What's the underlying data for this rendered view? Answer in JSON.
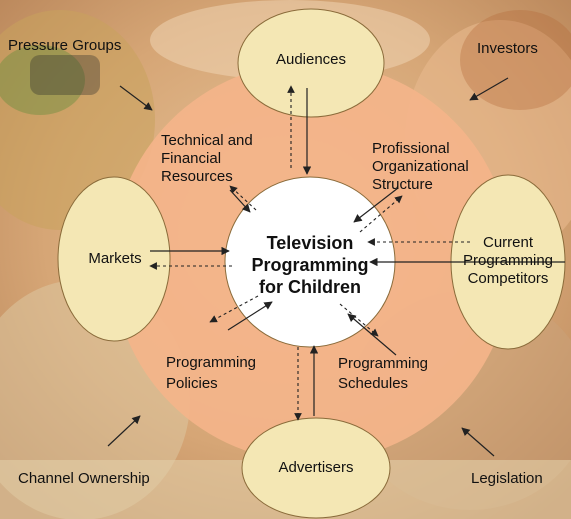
{
  "center": {
    "line1": "Television",
    "line2": "Programming",
    "line3": "for Children"
  },
  "ellipses": {
    "top": "Audiences",
    "left": "Markets",
    "right": {
      "line1": "Current",
      "line2": "Programming",
      "line3": "Competitors"
    },
    "bottom": "Advertisers"
  },
  "ring_labels": {
    "top_left": {
      "line1": "Technical and",
      "line2": "Financial",
      "line3": "Resources"
    },
    "top_right": {
      "line1": "Profissional",
      "line2": "Organizational",
      "line3": "Structure"
    },
    "bottom_left": {
      "line1": "Programming",
      "line2": "Policies"
    },
    "bottom_right": {
      "line1": "Programming",
      "line2": "Schedules"
    }
  },
  "corner_forces": {
    "top_left": "Pressure Groups",
    "top_right": "Investors",
    "bottom_left": "Channel Ownership",
    "bottom_right": "Legislation"
  },
  "colors": {
    "ring": "#f4b48a",
    "ellipse": "#f4e7b4",
    "center": "#ffffff",
    "background": "#d9a878"
  }
}
